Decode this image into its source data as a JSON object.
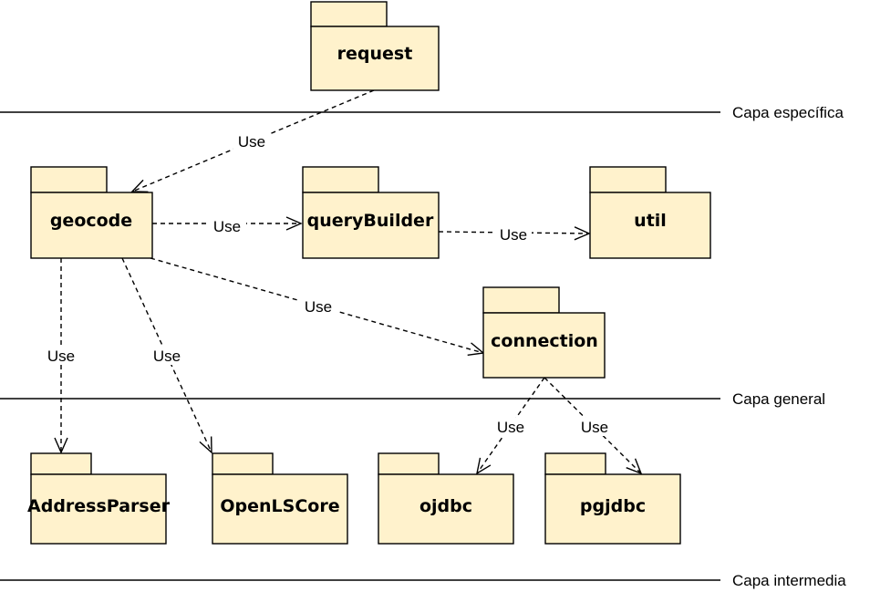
{
  "diagram": {
    "colors": {
      "package_fill": "#fff2cc",
      "stroke": "#000000",
      "background": "#ffffff"
    },
    "packages": [
      {
        "id": "request",
        "label": "request"
      },
      {
        "id": "geocode",
        "label": "geocode"
      },
      {
        "id": "queryBuilder",
        "label": "queryBuilder"
      },
      {
        "id": "util",
        "label": "util"
      },
      {
        "id": "connection",
        "label": "connection"
      },
      {
        "id": "AddressParser",
        "label": "AddressParser"
      },
      {
        "id": "OpenLSCore",
        "label": "OpenLSCore"
      },
      {
        "id": "ojdbc",
        "label": "ojdbc"
      },
      {
        "id": "pgjdbc",
        "label": "pgjdbc"
      }
    ],
    "dependencies": [
      {
        "from": "request",
        "to": "geocode",
        "label": "Use"
      },
      {
        "from": "geocode",
        "to": "queryBuilder",
        "label": "Use"
      },
      {
        "from": "queryBuilder",
        "to": "util",
        "label": "Use"
      },
      {
        "from": "geocode",
        "to": "connection",
        "label": "Use"
      },
      {
        "from": "geocode",
        "to": "AddressParser",
        "label": "Use"
      },
      {
        "from": "geocode",
        "to": "OpenLSCore",
        "label": "Use"
      },
      {
        "from": "connection",
        "to": "ojdbc",
        "label": "Use"
      },
      {
        "from": "connection",
        "to": "pgjdbc",
        "label": "Use"
      }
    ],
    "layers": [
      {
        "id": "specific",
        "label": "Capa específica"
      },
      {
        "id": "general",
        "label": "Capa general"
      },
      {
        "id": "intermediate",
        "label": "Capa intermedia"
      }
    ]
  }
}
